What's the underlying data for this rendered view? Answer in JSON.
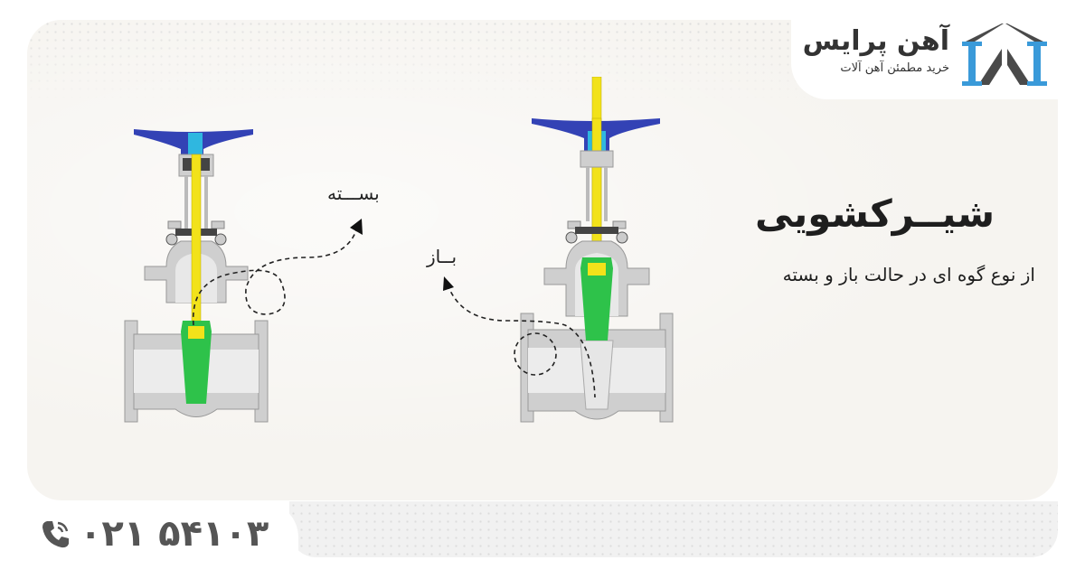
{
  "brand": {
    "name": "آهن پرایس",
    "tagline": "خرید مطمئن آهن آلات",
    "icon": "steel-beam-logo-icon",
    "colors": {
      "blue": "#3a9ad9",
      "dark": "#4a4a4a"
    }
  },
  "heading": {
    "title": "شیــرکشویی",
    "subtitle": "از نوع گوه ای در حالت باز و بسته"
  },
  "diagram": {
    "closed_label": "بســـته",
    "open_label": "بــاز",
    "colors": {
      "handwheel": "#3342b5",
      "stem": "#f2e21a",
      "wedge": "#2ec24a",
      "body": "#c9c9c9",
      "packing": "#2fb7e0"
    }
  },
  "contact": {
    "phone": "۰۲۱ ۵۴۱۰۳",
    "icon": "phone-ringing-icon"
  }
}
